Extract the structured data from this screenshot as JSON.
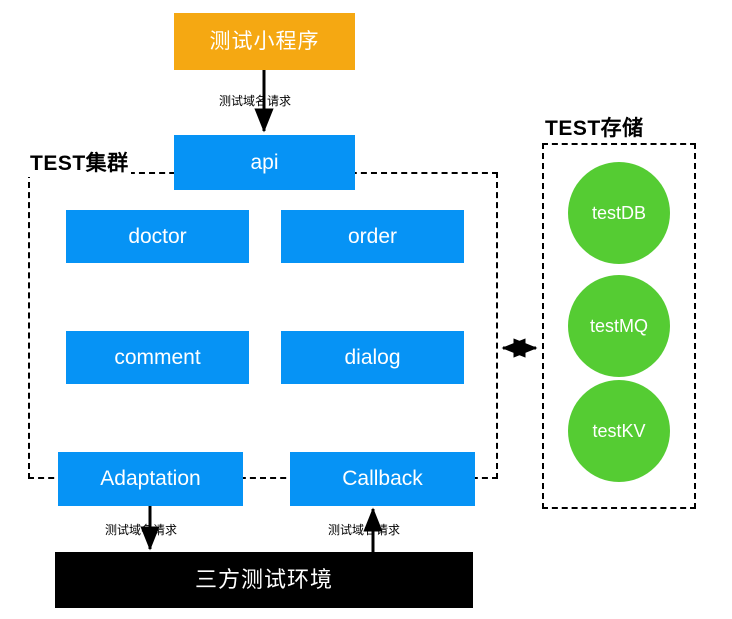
{
  "diagram": {
    "title_hidden": "",
    "colors": {
      "blue": "#0693f5",
      "orange": "#f5a812",
      "green": "#55cc33",
      "black": "#000000",
      "white": "#ffffff",
      "dashed_border": "#000000"
    }
  },
  "nodes": {
    "mini_program": {
      "label": "测试小程序"
    },
    "api": {
      "label": "api"
    },
    "doctor": {
      "label": "doctor"
    },
    "order": {
      "label": "order"
    },
    "comment": {
      "label": "comment"
    },
    "dialog": {
      "label": "dialog"
    },
    "adaptation": {
      "label": "Adaptation"
    },
    "callback": {
      "label": "Callback"
    },
    "third_party": {
      "label": "三方测试环境"
    }
  },
  "groups": {
    "cluster": {
      "label": "TEST集群"
    },
    "storage": {
      "label": "TEST存储"
    }
  },
  "storage_circles": [
    {
      "label": "testDB"
    },
    {
      "label": "testMQ"
    },
    {
      "label": "testKV"
    }
  ],
  "edges": {
    "mini_to_api": {
      "label": "测试域名请求"
    },
    "adaptation_to_third": {
      "label": "测试域名请求"
    },
    "third_to_callback": {
      "label": "测试域名请求"
    },
    "cluster_to_storage": {
      "label": ""
    }
  }
}
